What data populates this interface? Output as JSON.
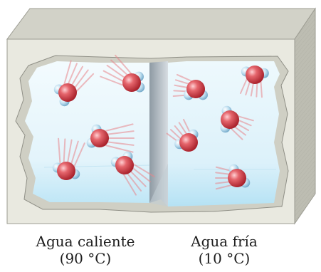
{
  "labels": {
    "left_line1": "Agua caliente",
    "left_line2": "(90 °C)",
    "right_line1": "Agua fría",
    "right_line2": "(10 °C)"
  },
  "colors": {
    "box_front": "#e7e7de",
    "box_top": "#cfcfc5",
    "box_side": "#b9b9ae",
    "water_light": "#e6f5fc",
    "water_dark": "#a9dcf3",
    "oxygen": "#d9474f",
    "hydrogen": "#9fcbe4",
    "trail": "#e8868c"
  },
  "icons": {
    "molecule": "water-molecule-icon"
  }
}
